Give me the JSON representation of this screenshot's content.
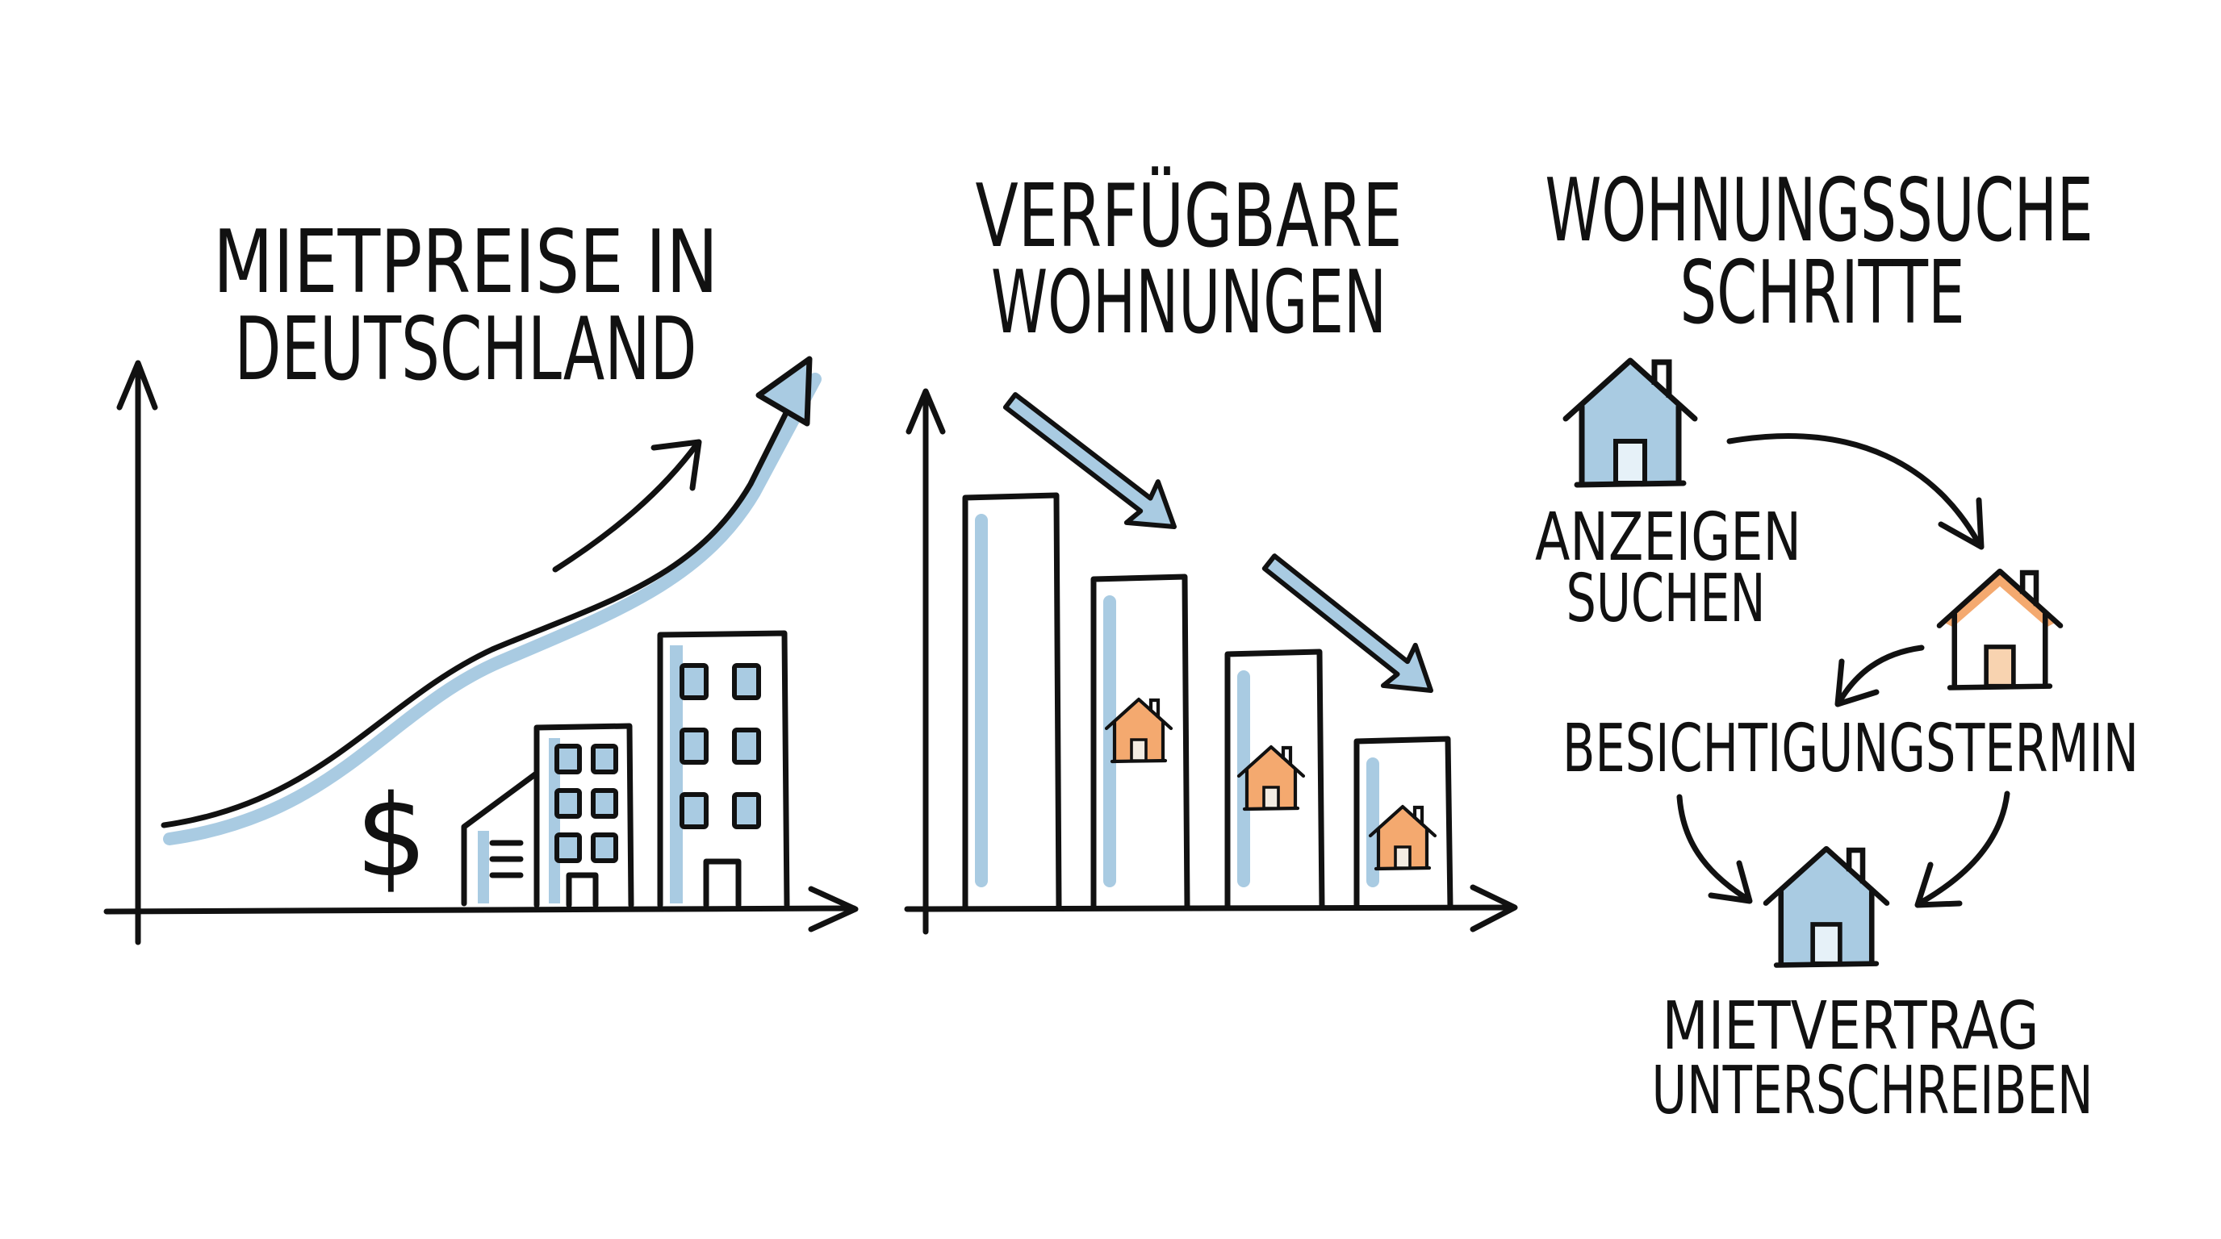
{
  "colors": {
    "ink": "#111111",
    "blue": "#a9cbe2",
    "orange": "#f4a96f",
    "background": "#ffffff"
  },
  "panels": {
    "rent": {
      "title_line1": "MIETPREISE IN",
      "title_line2": "DEUTSCHLAND",
      "currency_symbol": "$",
      "trend": "rising"
    },
    "availability": {
      "title_line1": "VERFÜGBARE",
      "title_line2": "WOHNUNGEN",
      "trend": "falling",
      "bar_count": 4
    },
    "steps": {
      "title_line1": "WOHNUNGSSUCHE",
      "title_line2": "SCHRITTE",
      "step1_line1": "ANZEIGEN",
      "step1_line2": "SUCHEN",
      "step2": "BESICHTIGUNGSTERMIN",
      "step3_line1": "MIETVERTRAG",
      "step3_line2": "UNTERSCHREIBEN"
    }
  }
}
